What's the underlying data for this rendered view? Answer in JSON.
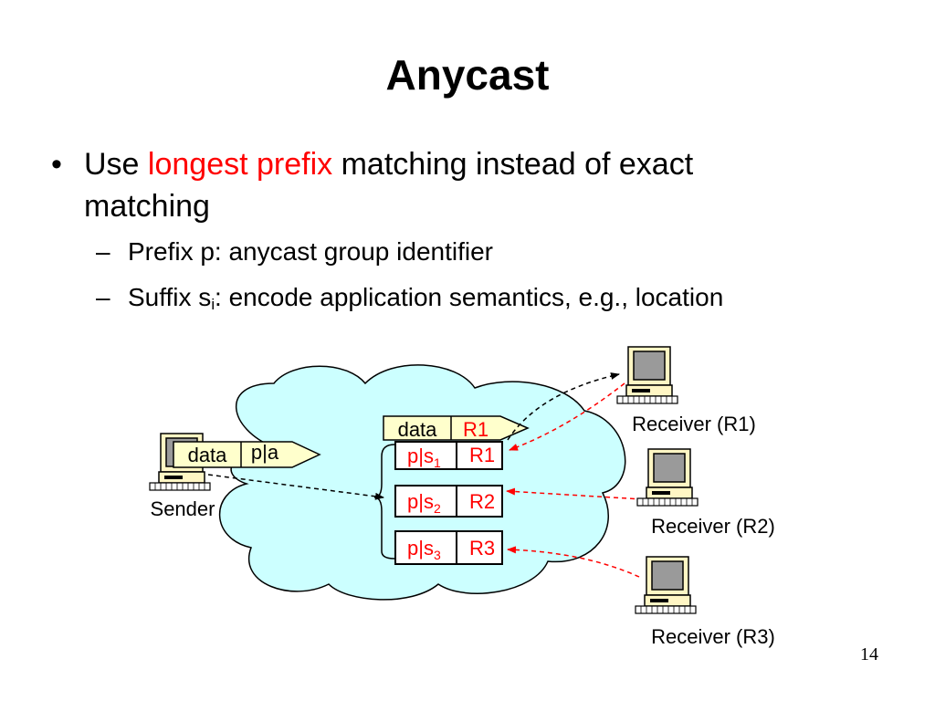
{
  "slide": {
    "title": "Anycast",
    "page_number": "14"
  },
  "bullets": {
    "main": {
      "prefix": "Use",
      "highlight": "longest prefix",
      "suffix_line1": "matching instead of exact",
      "line2": "matching"
    },
    "sub1": {
      "text": "Prefix p: anycast group identifier"
    },
    "sub2": {
      "before": "Suffix s",
      "subscript": "i",
      "after": ": encode application semantics, e.g., location"
    }
  },
  "diagram": {
    "sender_label": "Sender",
    "sender_packet": {
      "data": "data",
      "address": "p|a"
    },
    "router_packet": {
      "data": "data",
      "address": "R1"
    },
    "table": [
      {
        "prefix": "p|s",
        "sub": "1",
        "target": "R1"
      },
      {
        "prefix": "p|s",
        "sub": "2",
        "target": "R2"
      },
      {
        "prefix": "p|s",
        "sub": "3",
        "target": "R3"
      }
    ],
    "receivers": [
      "Receiver (R1)",
      "Receiver (R2)",
      "Receiver (R3)"
    ],
    "colors": {
      "packet_fill": "#ffffcc",
      "highlight": "#ff0000",
      "cloud": "#ccffff",
      "computer_fill": "#fff6c4"
    }
  }
}
